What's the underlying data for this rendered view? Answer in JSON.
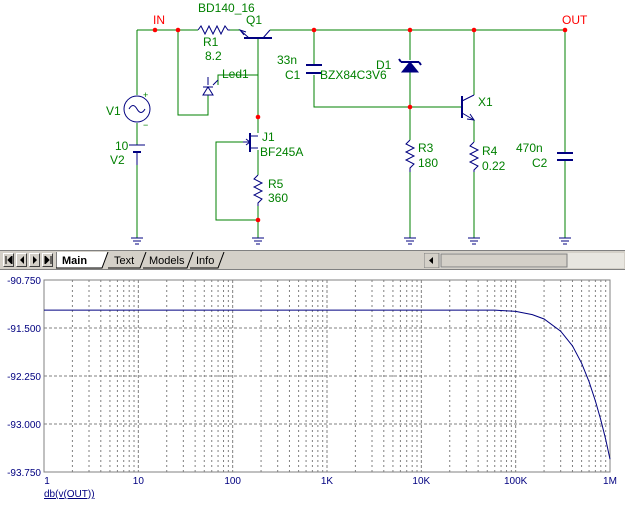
{
  "schematic": {
    "labels": {
      "in": "IN",
      "out": "OUT",
      "q1_model": "BD140_16",
      "q1_ref": "Q1",
      "r1_ref": "R1",
      "r1_val": "8.2",
      "led1_ref": "Led1",
      "v1_ref": "V1",
      "v2_val": "10",
      "v2_ref": "V2",
      "j1_ref": "J1",
      "j1_model": "BF245A",
      "r5_ref": "R5",
      "r5_val": "360",
      "c1_val": "33n",
      "c1_ref": "C1",
      "d1_ref": "D1",
      "d1_model": "BZX84C3V6",
      "r3_ref": "R3",
      "r3_val": "180",
      "x1_ref": "X1",
      "r4_ref": "R4",
      "r4_val": "0.22",
      "c2_val": "470n",
      "c2_ref": "C2"
    },
    "colors": {
      "wire": "#008000",
      "component": "#000080",
      "node": "#ff0000",
      "in_label": "#ff0000",
      "out_label": "#ff0000",
      "text": "#008000"
    }
  },
  "tabs": [
    {
      "label": "Main",
      "active": true
    },
    {
      "label": "Text",
      "active": false
    },
    {
      "label": "Models",
      "active": false
    },
    {
      "label": "Info",
      "active": false
    }
  ],
  "chart_data": {
    "type": "line",
    "title": "",
    "xlabel": "",
    "ylabel": "db(v(OUT))",
    "x_scale": "log",
    "xlim": [
      1,
      1000000
    ],
    "ylim": [
      -93.75,
      -90.75
    ],
    "x_ticks": [
      "1",
      "10",
      "100",
      "1K",
      "10K",
      "100K",
      "1M"
    ],
    "y_ticks": [
      "-90.750",
      "-91.500",
      "-92.250",
      "-93.000",
      "-93.750"
    ],
    "grid": true,
    "series": [
      {
        "name": "db(v(OUT))",
        "color": "#000080",
        "x": [
          1,
          10,
          100,
          1000,
          10000,
          30000,
          60000,
          100000,
          150000,
          200000,
          300000,
          400000,
          500000,
          600000,
          700000,
          800000,
          900000,
          1000000
        ],
        "y": [
          -91.22,
          -91.22,
          -91.22,
          -91.22,
          -91.22,
          -91.22,
          -91.22,
          -91.24,
          -91.29,
          -91.36,
          -91.55,
          -91.78,
          -92.05,
          -92.34,
          -92.64,
          -92.94,
          -93.24,
          -93.55
        ]
      }
    ]
  }
}
